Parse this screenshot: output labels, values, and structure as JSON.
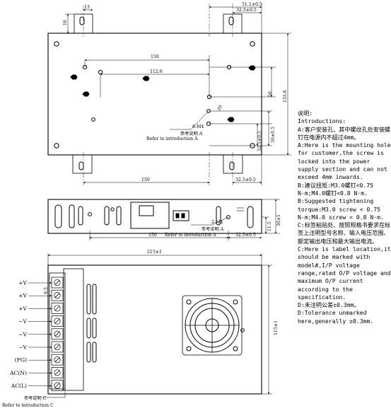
{
  "top_view": {
    "dims": {
      "d13": "13",
      "d16": "16",
      "d51": "51.1±0.5",
      "d32a": "32.5±0.5",
      "d150": "150",
      "d112": "112.6",
      "m4": "8-M4",
      "d20": "20",
      "d50": "50",
      "d1356": "135.6",
      "d30": "30±0.5",
      "d32b": "32.5±0.5",
      "d150b": "150",
      "d32c": "32.5±0.5"
    },
    "ref_cn": "参考说明 A",
    "ref_en": "Refer to introduction A"
  },
  "side_view": {
    "dims": {
      "d150": "150",
      "d32": "32.5±0.5",
      "m4": "2-M4",
      "d30": "30±1",
      "d115": "11.5"
    },
    "ref_cn": "参考说明 A",
    "ref_en": "Refer to introduction A"
  },
  "front_view": {
    "dims": {
      "d215": "215±1",
      "d115": "115±1",
      "d95": "9.5"
    },
    "terminals": [
      "+V",
      "+V",
      "+V",
      "−V",
      "−V",
      "−V",
      "(FG)",
      "AC(N)",
      "AC(L)"
    ],
    "ref_cn": "参考说明 C",
    "ref_en": "Refer to introduction C"
  },
  "notes": {
    "title": "说明:",
    "subtitle": "Introductions:",
    "a_cn": "A:客户安装孔、其中螺纹孔处安装螺钉在电源内不超过4mm。",
    "a_en": "A:Here is the mounting hole for customer,the screw is locked into the power supply section and can not exceed 4mm inwards.",
    "b_cn": "B:建议扭矩:M3.0螺钉<0.75 N·m;M4.0螺钉<0.8 N·m.",
    "b_en": "B:Suggested tightening torque:M3.0 screw < 0.75 N·m;M4.0 screw < 0.8 N·m.",
    "c_cn": "C:标签粘贴处、按照规格书要求在标签上注明型号名称、输入电压范围、额定输出电压和最大输出电流。",
    "c_en": "C:Here is label location,it should be marked with model#,I/P voltage range,rated O/P voltage and maximum O/P current according to the specification.",
    "d_cn": "D:未注明公差±0.3mm。",
    "d_en": "D:Tolerance unmarked here,generally ±0.3mm."
  }
}
